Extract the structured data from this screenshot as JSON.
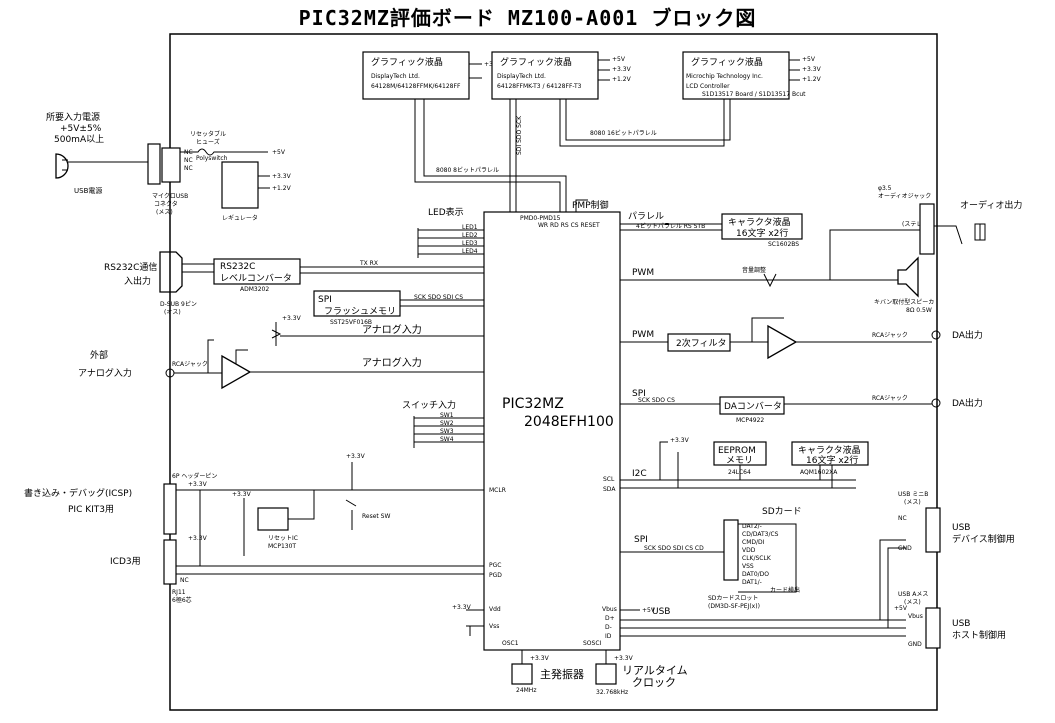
{
  "title": "PIC32MZ評価ボード MZ100-A001 ブロック図",
  "mcu": {
    "name": "PIC32MZ",
    "part": "2048EFH100",
    "pin_pmp": "PMD0-PMD15",
    "pin_mclr": "MCLR",
    "pin_pgc": "PGC",
    "pin_pgd": "PGD",
    "pin_vdd": "Vdd",
    "pin_vss": "Vss",
    "pin_osc1": "OSC1",
    "pin_sosci": "SOSCI",
    "pin_vbus": "Vbus",
    "pin_dplus": "D+",
    "pin_dminus": "D-",
    "pin_id": "ID",
    "pin_scl": "SCL",
    "pin_sda": "SDA"
  },
  "glcd": [
    {
      "title": "グラフィック液晶",
      "l1": "DisplayTech Ltd.",
      "l2": "64128M/64128FFMK/64128FF"
    },
    {
      "title": "グラフィック液晶",
      "l1": "DisplayTech Ltd.",
      "l2": "64128FFMK-T3 / 64128FF-T3"
    },
    {
      "title": "グラフィック液晶",
      "l1": "Microchip Technology Inc.",
      "l2": "LCD Controller",
      "l3": "S1D13517 Board / S1D13517 Bcut"
    }
  ],
  "labels": {
    "bus8080_16": "8080 16ビットパラレル",
    "bus8080_8": "8080 8ビットパラレル",
    "spi_lcd": "SDI SDO SCK",
    "pmp_ctrl": "PMP制御",
    "pmp_pins": "WR RD RS CS RESET",
    "parallel": "パラレル",
    "parallel_bits": "4ビットパラレル RS STB",
    "led": "LED表示",
    "led_items": [
      "LED1",
      "LED2",
      "LED3",
      "LED4"
    ],
    "power_in": "所要入力電源",
    "power_v": "+5V±5%",
    "power_a": "500mA以上",
    "usb_power": "USB電源",
    "resettable_fuse": "リセッタブル",
    "fuse": "ヒューズ",
    "mini_usb": "マイクロUSB",
    "mini_usb2": "コネクタ",
    "mini_usb3": "(メス)",
    "fuse_name": "Polyswitch",
    "regulator": "レギュレータ",
    "v33": "+3.3V",
    "v5": "+5V",
    "v12": "+1.2V",
    "rs232c_in": "RS232C通信",
    "rs232c_in2": "入出力",
    "dsub": "D-SUB 9ピン",
    "dsub2": "(オス)",
    "rs232c_box": "RS232C",
    "rs232c_box2": "レベルコンバータ",
    "rs232c_part": "ADM3202",
    "txrx": "TX RX",
    "spi_flash": "SPI",
    "spi_flash2": "フラッシュメモリ",
    "flash_part": "SST25VF016B",
    "flash_pins": "SCK SDO SDI CS",
    "analog_in": "アナログ入力",
    "analog_in2": "アナログ入力",
    "ext_analog": "外部",
    "ext_analog2": "アナログ入力",
    "rca_jack": "RCAジャック",
    "switch_in": "スイッチ入力",
    "switch_items": [
      "SW1",
      "SW2",
      "SW3",
      "SW4"
    ],
    "icsp": "書き込み・デバッグ(ICSP)",
    "pickit3": "PIC KIT3用",
    "icd3": "ICD3用",
    "header6p": "6P ヘッダーピン",
    "rj11": "RJ11",
    "rj11_2": "6極6芯",
    "reset_ic": "リセットIC",
    "reset_part": "MCP130T",
    "reset_sw": "Reset SW",
    "main_osc": "主発振器",
    "main_osc_freq": "24MHz",
    "rtc": "リアルタイム",
    "rtc2": "クロック",
    "rtc_freq": "32.768kHz",
    "char_lcd": "キャラクタ液晶",
    "char_lcd2": "16文字 x2行",
    "char_lcd_part": "SC1602BS",
    "char_lcd3": "キャラクタ液晶",
    "char_lcd4": "16文字 x2行",
    "char_lcd_part2": "AQM1602XA",
    "audio_out": "オーディオ出力",
    "audio_jack": "φ3.5",
    "audio_jack2": "オーディオジャック",
    "audio_jack3": "(ステレオ)",
    "volume": "音量調整",
    "piezo": "キバン取付型スピーカ",
    "piezo2": "8Ω 0.5W",
    "pwm": "PWM",
    "pwm2": "PWM",
    "filter": "2次フィルタ",
    "da_out": "DA出力",
    "da_out2": "DA出力",
    "spi_da": "SPI",
    "spi_da_pins": "SCK SDO CS",
    "da_conv": "DAコンバータ",
    "da_part": "MCP4922",
    "eeprom": "EEPROM",
    "eeprom2": "メモリ",
    "eeprom_part": "24LC64",
    "i2c": "I2C",
    "sd_card": "SDカード",
    "spi_sd": "SPI",
    "spi_sd_pins": "SCK SDO SDI CS CD",
    "sd_slot": "SDカードスロット",
    "sd_slot2": "(DM3D-SF-PEJ(x))",
    "card_detect": "カード検出",
    "sd_pins": [
      "DAT2/-",
      "CD/DAT3/CS",
      "CMD/DI",
      "VDD",
      "CLK/SCLK",
      "VSS",
      "DAT0/DO",
      "DAT1/-"
    ],
    "usb_dev": "USB",
    "usb_dev2": "デバイス制御用",
    "usb_host": "USB",
    "usb_host2": "ホスト制御用",
    "usb_b": "USB ミニB",
    "usb_b2": "(メス)",
    "usb_a": "USB Aメス",
    "usb_a2": "(メス)",
    "usb_label": "USB",
    "nc": "NC",
    "vbus": "Vbus",
    "gnd": "GND"
  }
}
